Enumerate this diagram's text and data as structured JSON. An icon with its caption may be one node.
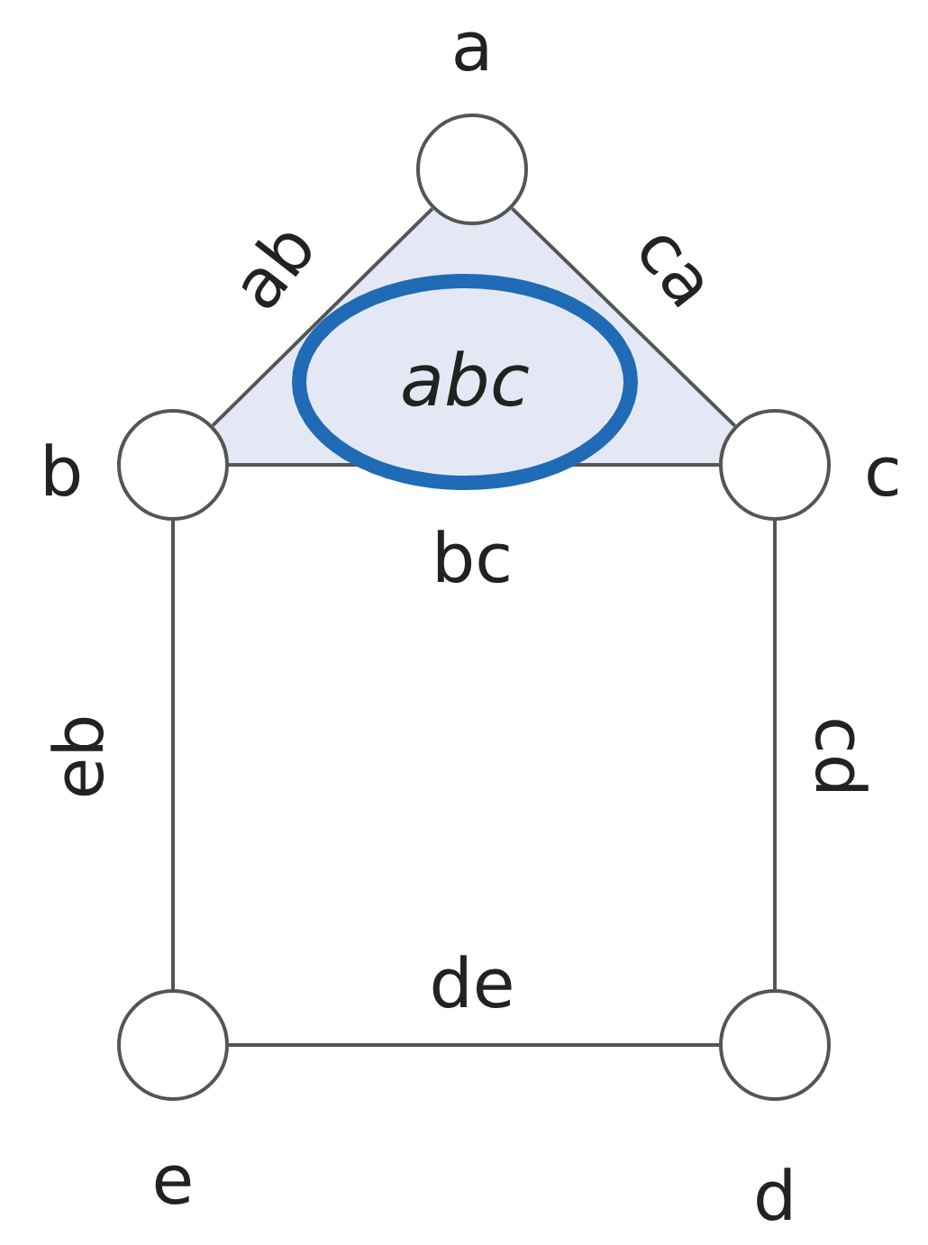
{
  "diagram": {
    "nodes": [
      {
        "text": [],
        "shape": "circle",
        "beside": [
          "a"
        ]
      },
      {
        "text": [],
        "shape": "circle",
        "beside": [
          "b"
        ]
      },
      {
        "text": [],
        "shape": "circle",
        "beside": [
          "c"
        ]
      },
      {
        "text": [],
        "shape": "circle",
        "beside": [
          "e"
        ]
      },
      {
        "text": [],
        "shape": "circle",
        "beside": [
          "d"
        ]
      }
    ],
    "edges": [
      {
        "from": 0,
        "to": 1,
        "arrow": "none",
        "label": "ab"
      },
      {
        "from": 0,
        "to": 2,
        "arrow": "none",
        "label": "ca"
      },
      {
        "from": 1,
        "to": 2,
        "arrow": "none",
        "label": "bc"
      },
      {
        "from": 1,
        "to": 3,
        "arrow": "none",
        "label": "eb"
      },
      {
        "from": 2,
        "to": 4,
        "arrow": "none",
        "label": "cd"
      },
      {
        "from": 3,
        "to": 4,
        "arrow": "none",
        "label": "de"
      }
    ],
    "labels": [
      "abc"
    ]
  }
}
